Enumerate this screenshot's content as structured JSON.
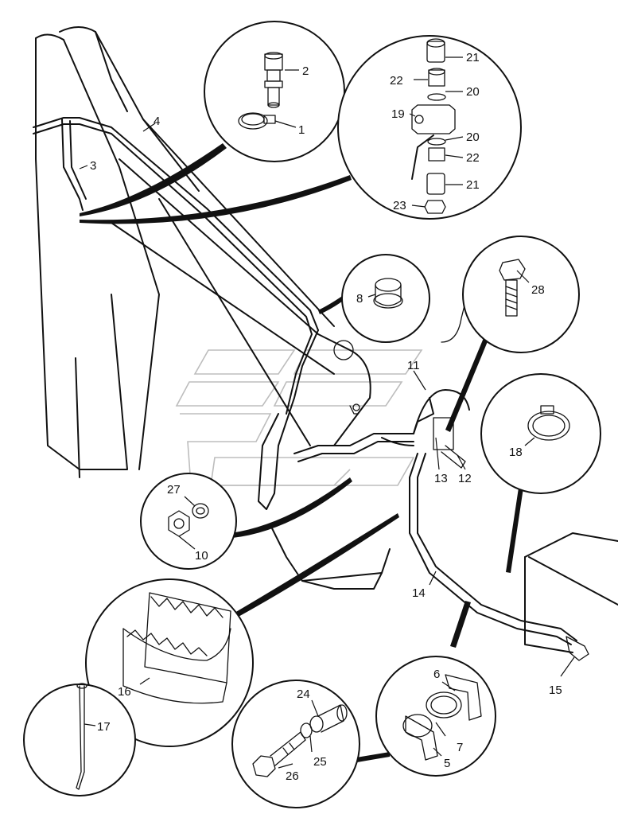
{
  "callouts": {
    "c1": "1",
    "c2": "2",
    "c3": "3",
    "c4": "4",
    "c5": "5",
    "c6": "6",
    "c7": "7",
    "c8": "8",
    "c10": "10",
    "c11": "11",
    "c12": "12",
    "c13": "13",
    "c14": "14",
    "c15": "15",
    "c16": "16",
    "c17": "17",
    "c18": "18",
    "c19": "19",
    "c20a": "20",
    "c20b": "20",
    "c21a": "21",
    "c21b": "21",
    "c22a": "22",
    "c22b": "22",
    "c23": "23",
    "c24": "24",
    "c25": "25",
    "c26": "26",
    "c27": "27",
    "c28": "28"
  }
}
